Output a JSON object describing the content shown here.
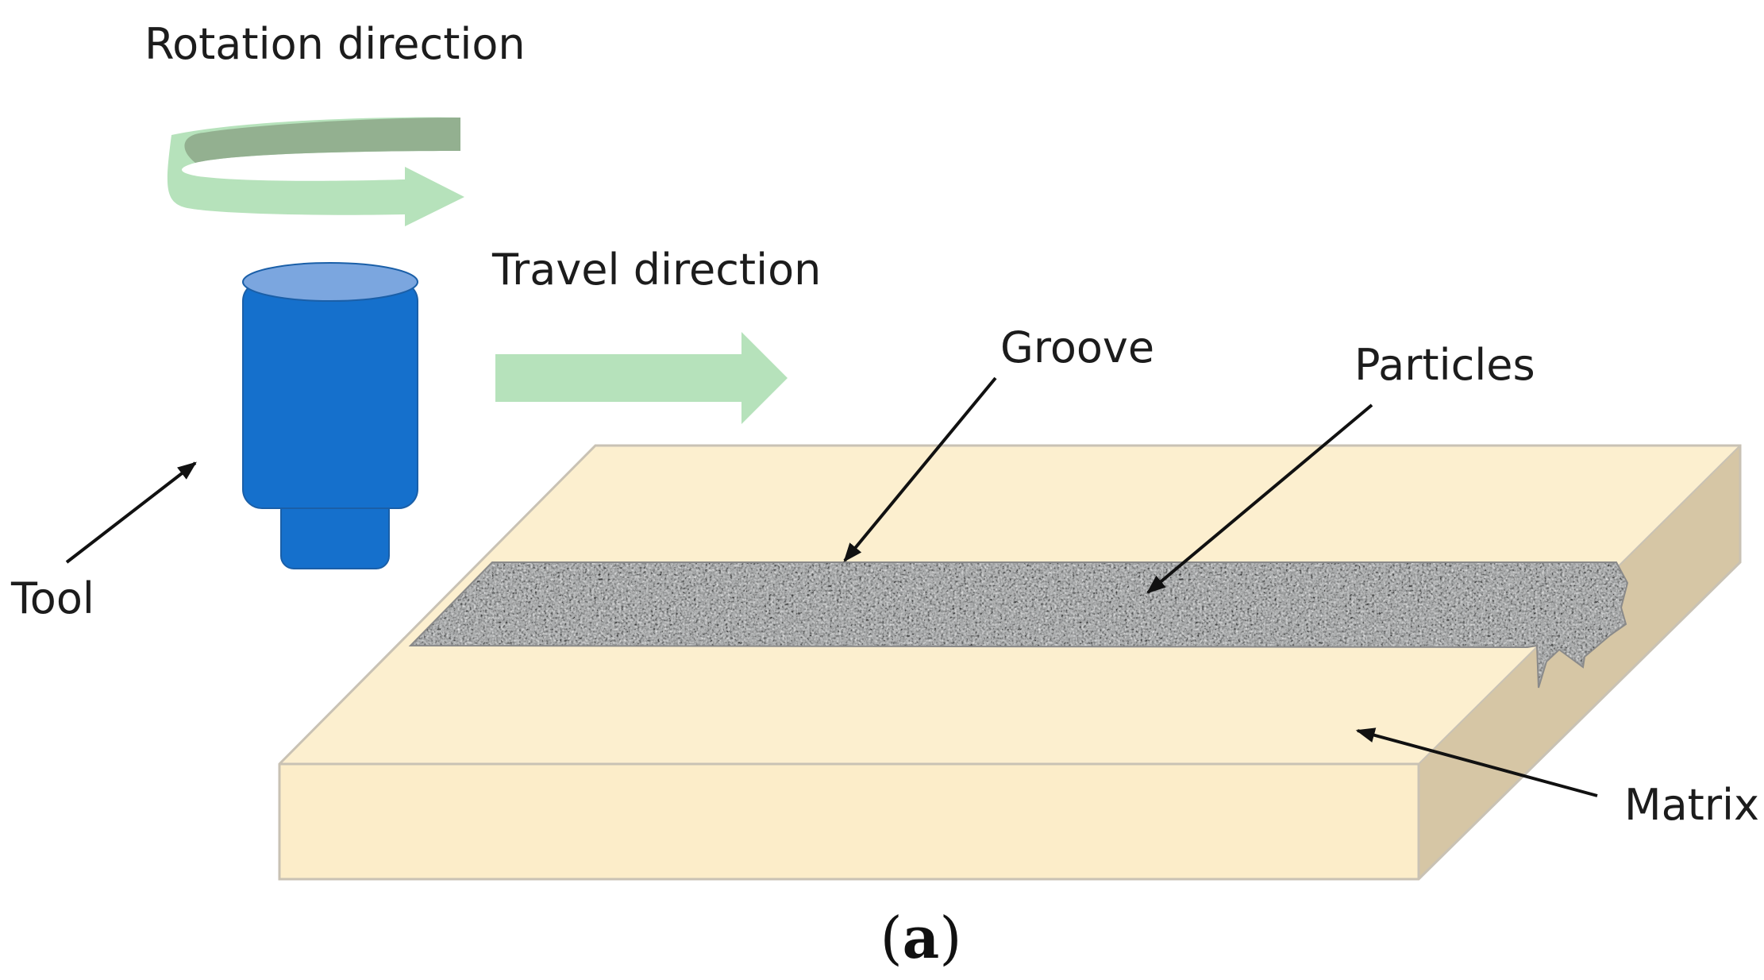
{
  "labels": {
    "rotation": "Rotation direction",
    "travel": "Travel direction",
    "tool": "Tool",
    "groove": "Groove",
    "particles": "Particles",
    "matrix": "Matrix"
  },
  "caption": {
    "open": "(",
    "letter": "a",
    "close": ")"
  },
  "colors": {
    "plate_top": "#fcefcf",
    "plate_front": "#fcedc9",
    "plate_side": "#d6c6a5",
    "groove": "#a0a3a4",
    "tool_body": "#1570cc",
    "tool_top": "#7ba6df",
    "arrow_green": "#b6e2bb",
    "arrow_green_dark": "#93b090"
  }
}
